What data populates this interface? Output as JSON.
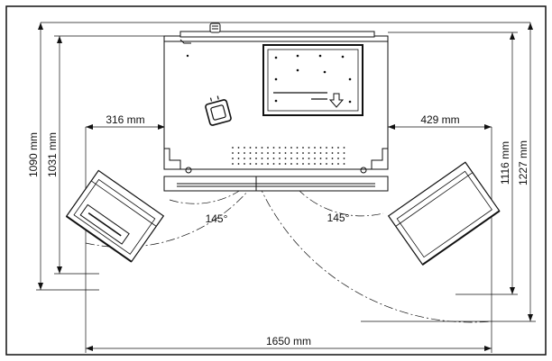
{
  "dimensions": {
    "left_door_clearance": "316 mm",
    "right_door_clearance": "429 mm",
    "total_width": "1650 mm",
    "depth_outer_left": "1090 mm",
    "depth_inner_left": "1031 mm",
    "depth_inner_right": "1116 mm",
    "depth_outer_right": "1227 mm"
  },
  "angles": {
    "left_door": "145°",
    "right_door": "145°"
  },
  "colors": {
    "line": "#111111",
    "background": "#ffffff"
  },
  "icons": [
    "down-arrow-icon",
    "connector-icon"
  ]
}
